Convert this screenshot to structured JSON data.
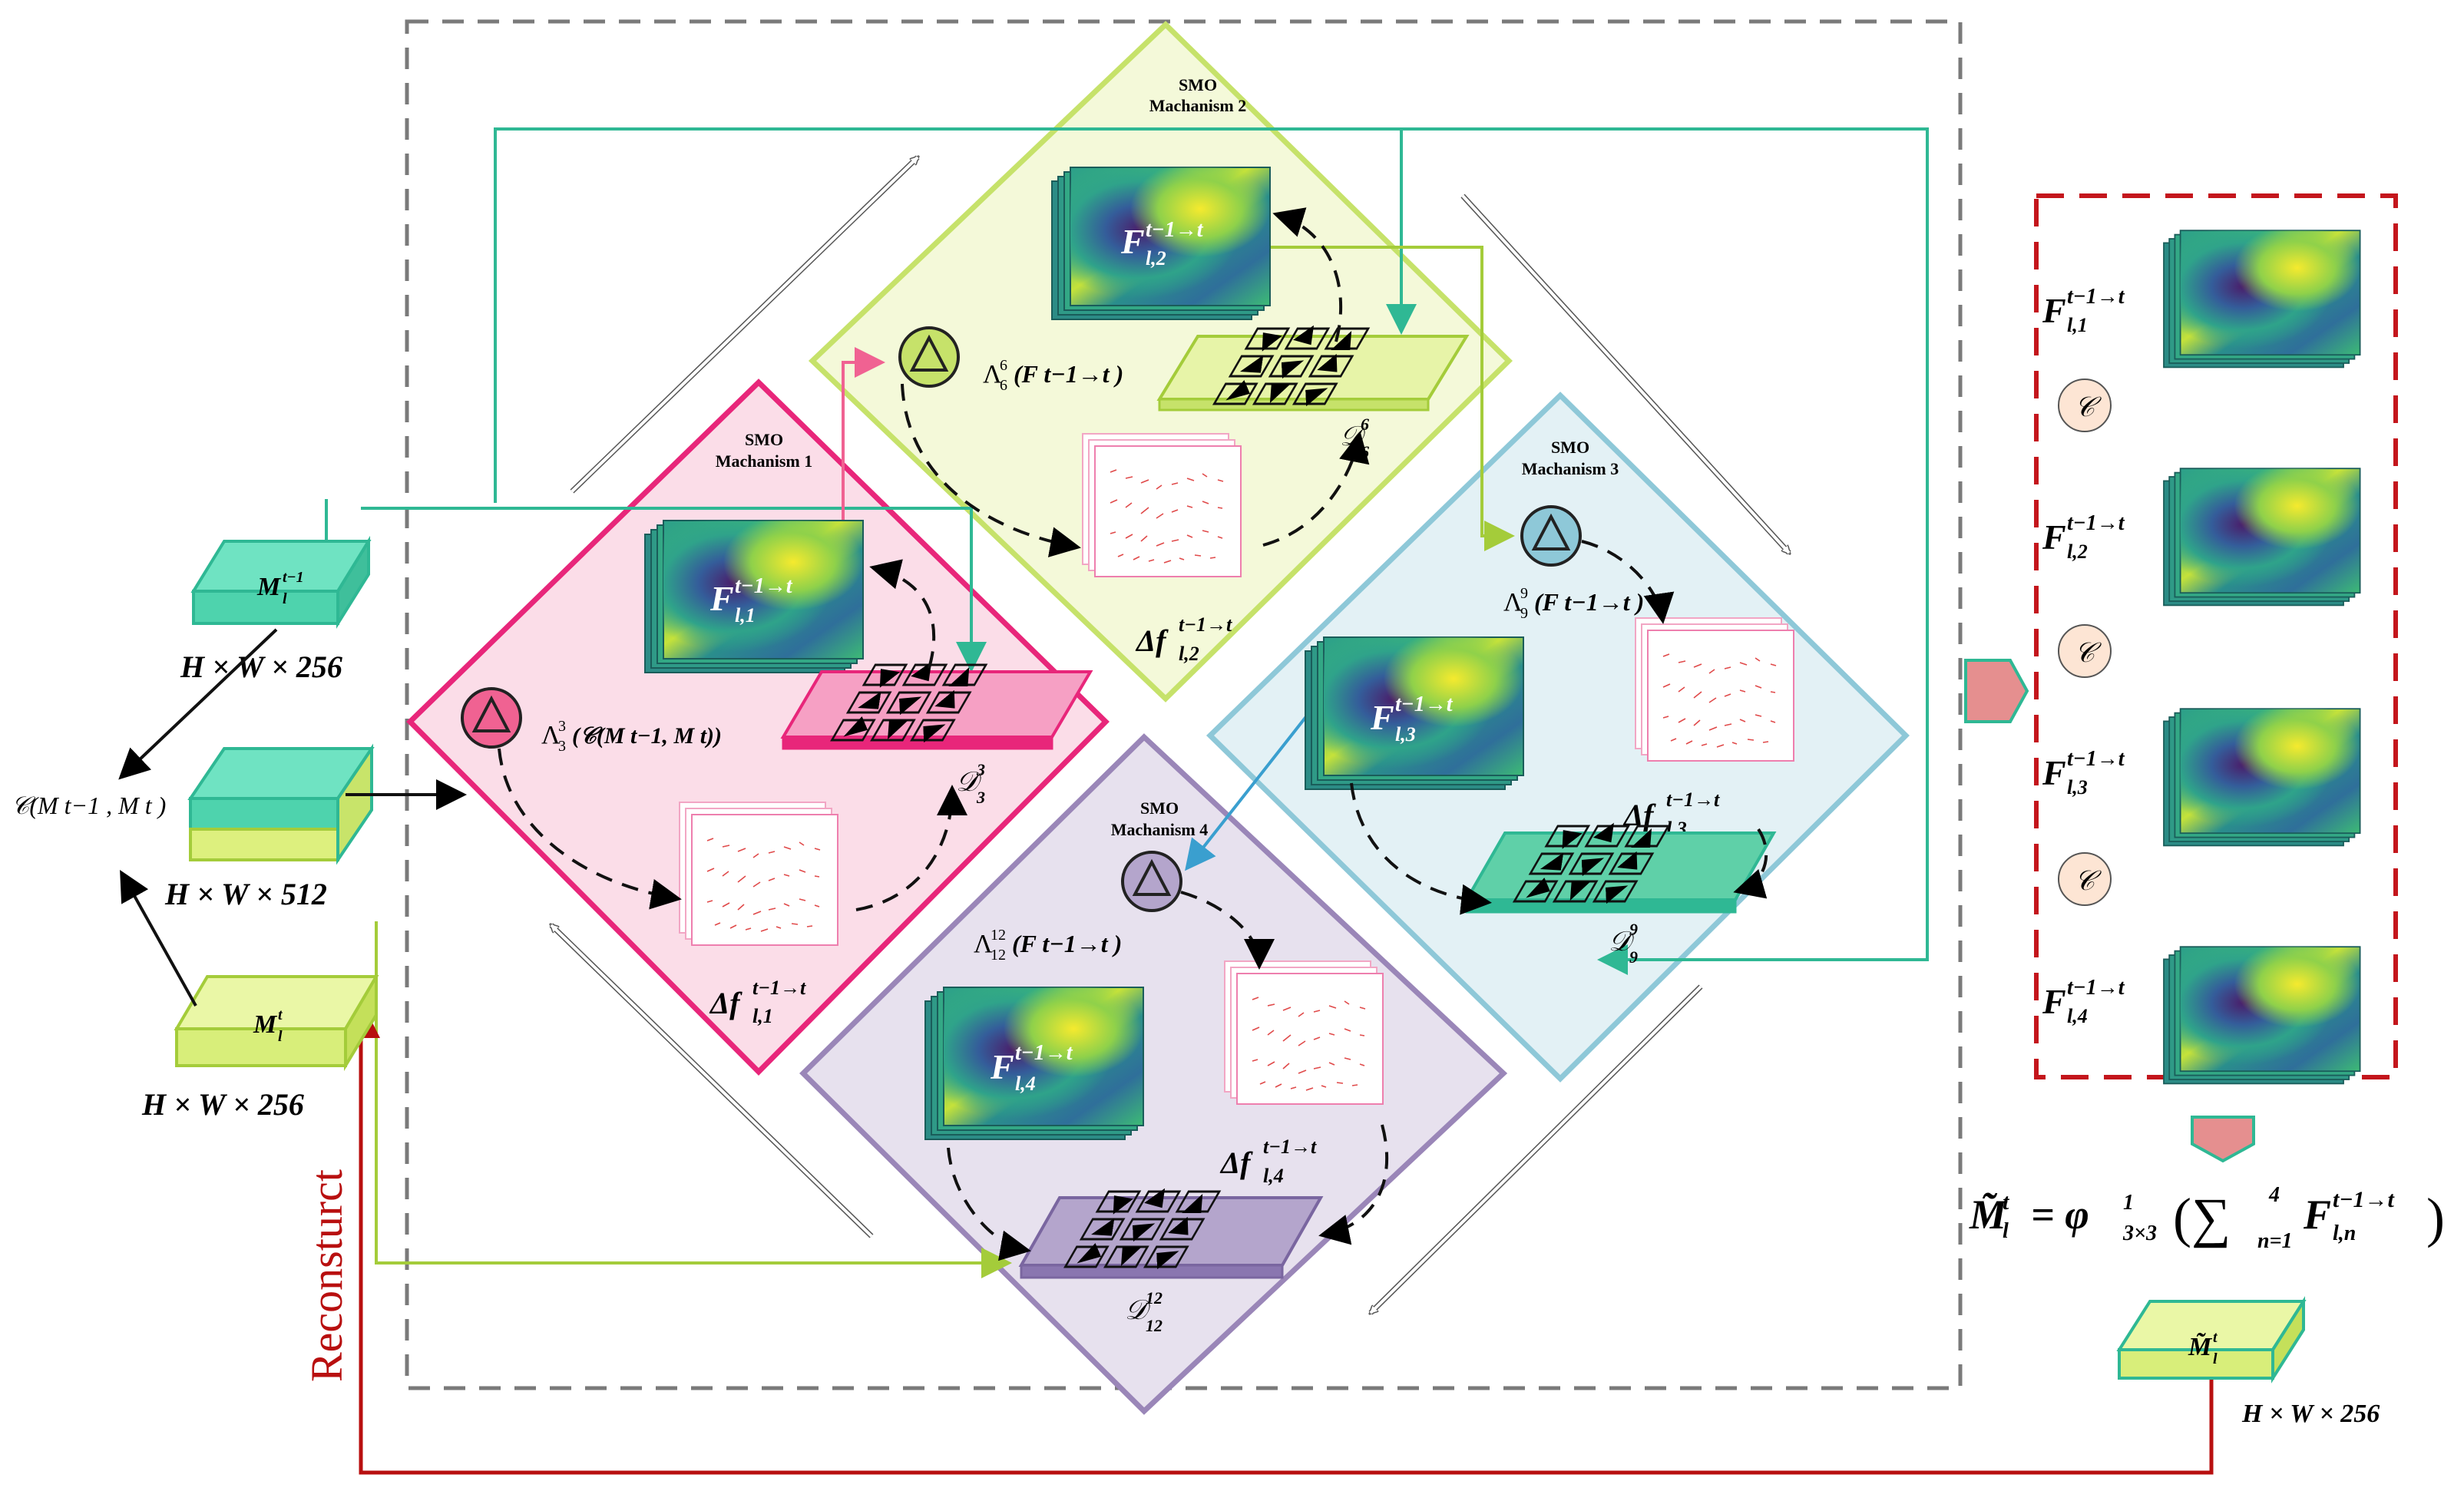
{
  "colors": {
    "pink": "#e8267a",
    "pink_fill": "#fbdde8",
    "lime": "#c6e26a",
    "lime_fill": "#f4f9d9",
    "blue": "#8ec8d8",
    "blue_fill": "#e3f1f5",
    "purple": "#9a86b8",
    "purple_fill": "#e7e1ee",
    "teal": "#2fb894",
    "dark_red": "#b80f0f",
    "dashed_red": "#c4161c",
    "gray": "#7a7a7a"
  },
  "mechanisms": [
    {
      "title_line1": "SMO",
      "title_line2": "Machanism 1",
      "feature": "F",
      "feat_sup": "t−1→t",
      "feat_sub": "l,1",
      "lambda": "Λ",
      "lambda_sub": "3",
      "lambda_sup": "3",
      "lambda_arg": "(𝒞(M t−1, M t))",
      "offset": "Δf",
      "offset_sup": "t−1→t",
      "offset_sub": "l,1",
      "dcal": "𝒟",
      "dcal_sup": "3",
      "dcal_sub": "3"
    },
    {
      "title_line1": "SMO",
      "title_line2": "Machanism 2",
      "feature": "F",
      "feat_sup": "t−1→t",
      "feat_sub": "l,2",
      "lambda": "Λ",
      "lambda_sub": "6",
      "lambda_sup": "6",
      "lambda_arg": "(F  t−1→t )",
      "offset": "Δf",
      "offset_sup": "t−1→t",
      "offset_sub": "l,2",
      "dcal": "𝒟",
      "dcal_sup": "6",
      "dcal_sub": "6"
    },
    {
      "title_line1": "SMO",
      "title_line2": "Machanism 3",
      "feature": "F",
      "feat_sup": "t−1→t",
      "feat_sub": "l,3",
      "lambda": "Λ",
      "lambda_sub": "9",
      "lambda_sup": "9",
      "lambda_arg": "(F  t−1→t )",
      "offset": "Δf",
      "offset_sup": "t−1→t",
      "offset_sub": "l,3",
      "dcal": "𝒟",
      "dcal_sup": "9",
      "dcal_sub": "9"
    },
    {
      "title_line1": "SMO",
      "title_line2": "Machanism 4",
      "feature": "F",
      "feat_sup": "t−1→t",
      "feat_sub": "l,4",
      "lambda": "Λ",
      "lambda_sub": "12",
      "lambda_sup": "12",
      "lambda_arg": "(F  t−1→t )",
      "offset": "Δf",
      "offset_sup": "t−1→t",
      "offset_sub": "l,4",
      "dcal": "𝒟",
      "dcal_sup": "12",
      "dcal_sub": "12"
    }
  ],
  "left": {
    "m_prev": "M",
    "m_prev_sup": "t−1",
    "m_prev_sub": "l",
    "dim_256_a": "H  × W  × 256",
    "concat": "𝒞(M  t−1 , M  t )",
    "dim_512": "H  × W  × 512",
    "m_curr": "M",
    "m_curr_sup": "t",
    "m_curr_sub": "l",
    "dim_256_b": "H  × W  × 256",
    "reconstruct": "Reconsturct"
  },
  "right": {
    "items": [
      {
        "feature": "F",
        "sup": "t−1→t",
        "sub": "l,1"
      },
      {
        "feature": "F",
        "sup": "t−1→t",
        "sub": "l,2"
      },
      {
        "feature": "F",
        "sup": "t−1→t",
        "sub": "l,3"
      },
      {
        "feature": "F",
        "sup": "t−1→t",
        "sub": "l,4"
      }
    ],
    "concat_symbol": "𝒞",
    "formula_lhs": "M̃",
    "formula_lhs_sup": "t",
    "formula_lhs_sub": "l",
    "formula_eq": "= φ",
    "formula_phi_sup": "1",
    "formula_phi_sub": "3×3",
    "formula_sum": "(∑",
    "formula_sum_sup": "4",
    "formula_sum_sub": "n=1",
    "formula_F": "F",
    "formula_F_sup": "t−1→t",
    "formula_F_sub": "l,n",
    "formula_close": ")",
    "out_label": "M̃",
    "out_sup": "t",
    "out_sub": "l",
    "out_dim": "H  × W  × 256"
  }
}
